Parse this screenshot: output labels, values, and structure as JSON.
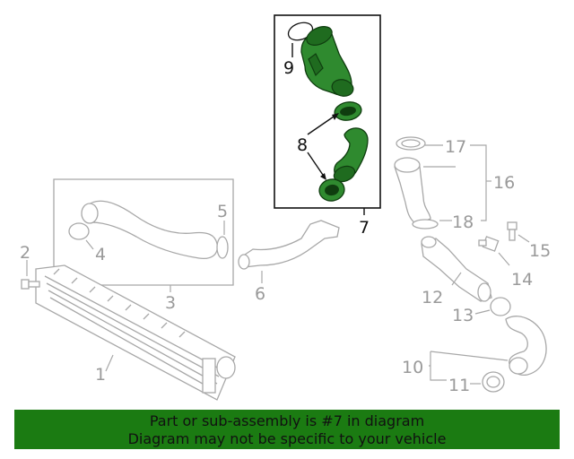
{
  "highlight_color": "#2f8a2f",
  "banner_color": "#1b7b12",
  "banner": {
    "line1": "Part or sub-assembly is #7 in diagram",
    "line2": "Diagram may not be specific to your vehicle"
  },
  "callouts": {
    "c1": "1",
    "c2": "2",
    "c3": "3",
    "c4": "4",
    "c5": "5",
    "c6": "6",
    "c7": "7",
    "c8": "8",
    "c9": "9",
    "c10": "10",
    "c11": "11",
    "c12": "12",
    "c13": "13",
    "c14": "14",
    "c15": "15",
    "c16": "16",
    "c17": "17",
    "c18": "18"
  }
}
